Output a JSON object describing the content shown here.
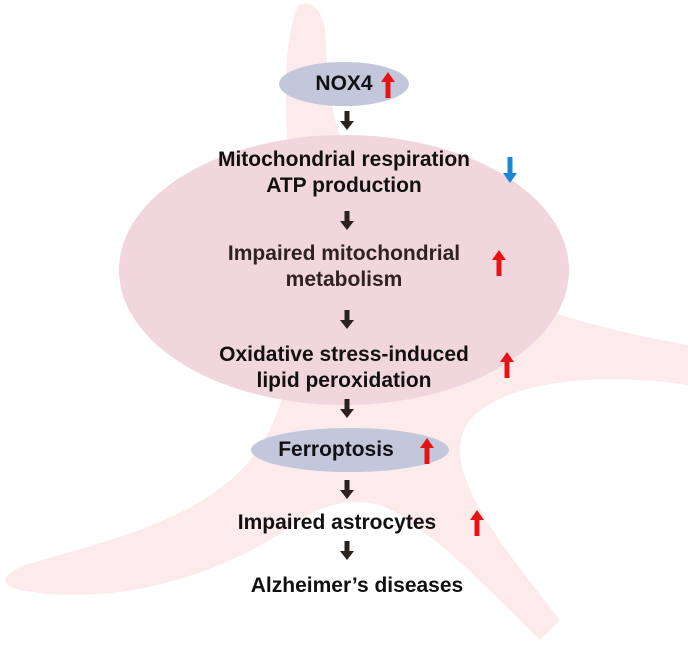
{
  "colors": {
    "background_shape": "#fdebeb",
    "main_ellipse": "#f1d7dd",
    "node_pill": "#c2c7dc",
    "flow_arrow": "#2b211e",
    "up_arrow": "#e41414",
    "down_arrow": "#1b86d6"
  },
  "nodes": {
    "nox4": {
      "label": "NOX4",
      "indicator": "up"
    },
    "respiration": {
      "line1": "Mitochondrial respiration",
      "line2": "ATP production",
      "indicator": "down"
    },
    "metabolism": {
      "line1": "Impaired mitochondrial",
      "line2": "metabolism",
      "indicator": "up"
    },
    "oxidative": {
      "line1": "Oxidative stress-induced",
      "line2": "lipid peroxidation",
      "indicator": "up"
    },
    "ferroptosis": {
      "label": "Ferroptosis",
      "indicator": "up"
    },
    "astrocytes": {
      "label": "Impaired astrocytes",
      "indicator": "up"
    },
    "alzheimers": {
      "label": "Alzheimer’s diseases"
    }
  }
}
